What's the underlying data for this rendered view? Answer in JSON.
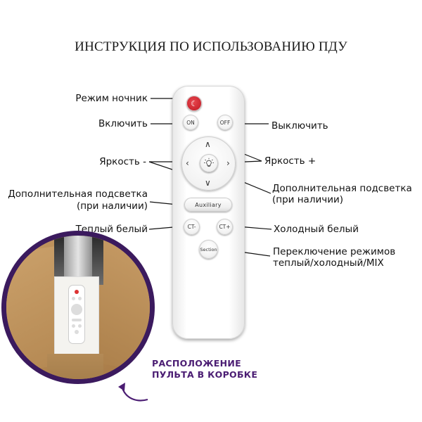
{
  "title": "ИНСТРУКЦИЯ ПО ИСПОЛЬЗОВАНИЮ ПДУ",
  "labels_left": {
    "night_mode": "Режим ночник",
    "turn_on": "Включить",
    "brightness_minus": "Яркость -",
    "aux_light_line1": "Дополнительная подсветка",
    "aux_light_line2": "(при наличии)",
    "warm_white": "Теплый белый"
  },
  "labels_right": {
    "turn_off": "Выключить",
    "brightness_plus": "Яркость +",
    "aux_light_line1": "Дополнительная подсветка",
    "aux_light_line2": "(при наличии)",
    "cold_white": "Холодный белый",
    "mode_switch_line1": "Переключение режимов",
    "mode_switch_line2": "теплый/холодный/MIX"
  },
  "remote_buttons": {
    "on": "ON",
    "off": "OFF",
    "auxiliary": "Auxiliary",
    "ct_minus": "CT-",
    "ct_plus": "CT+",
    "section": "Section"
  },
  "box_location": {
    "line1": "РАСПОЛОЖЕНИЕ",
    "line2": "ПУЛЬТА В КОРОБКЕ"
  },
  "colors": {
    "accent_purple": "#4b1d73",
    "night_button_red": "#c8202a"
  }
}
